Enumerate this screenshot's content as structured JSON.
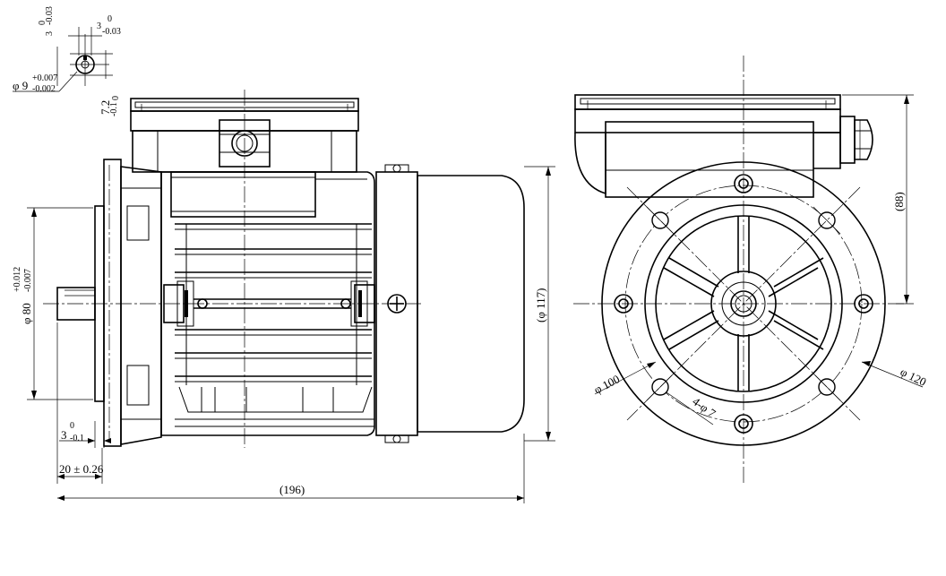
{
  "dimensions": {
    "keyway_width_nominal": "3",
    "keyway_width_upper": "0",
    "keyway_width_lower": "-0.03",
    "keyway_side_nominal": "3",
    "keyway_side_upper": "0",
    "keyway_side_lower": "-0.03",
    "shaft_diameter_nominal": "φ 9",
    "shaft_diameter_upper": "+0.007",
    "shaft_diameter_lower": "-0.002",
    "key_depth_nominal": "7.2",
    "key_depth_upper": "0",
    "key_depth_lower": "-0.1",
    "spigot_diameter_nominal": "φ 80",
    "spigot_diameter_upper": "+0.012",
    "spigot_diameter_lower": "-0.007",
    "spigot_depth_nominal": "3",
    "spigot_depth_upper": "0",
    "spigot_depth_lower": "-0.1",
    "shaft_length": "20 ± 0.26",
    "overall_length": "(196)",
    "body_diameter": "(φ 117)",
    "terminal_box_height": "(88)",
    "hole_circle_diameter": "φ 100",
    "mounting_holes": "4-φ 7",
    "flange_diameter": "φ 120"
  }
}
